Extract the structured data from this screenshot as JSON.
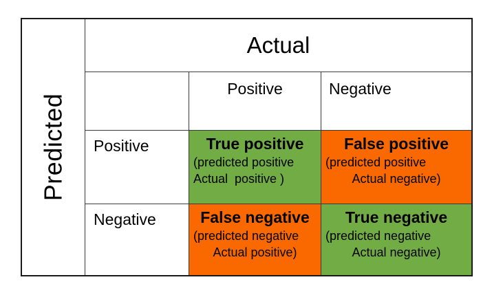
{
  "axes": {
    "row_label": "Predicted",
    "col_label": "Actual"
  },
  "col_headers": [
    "Positive",
    "Negative"
  ],
  "row_headers": [
    "Positive",
    "Negative"
  ],
  "cells": {
    "tp": {
      "title": "True positive",
      "line1": "(predicted positive",
      "line2": "Actual  positive )"
    },
    "fp": {
      "title": "False positive",
      "line1": "(predicted positive",
      "line2": "Actual negative)"
    },
    "fn": {
      "title": "False negative",
      "line1": "(predicted negative",
      "line2": "Actual positive)"
    },
    "tn": {
      "title": "True negative",
      "line1": "(predicted negative",
      "line2": "Actual negative)"
    }
  },
  "colors": {
    "true_cell": "#71AC45",
    "false_cell": "#F96900"
  }
}
